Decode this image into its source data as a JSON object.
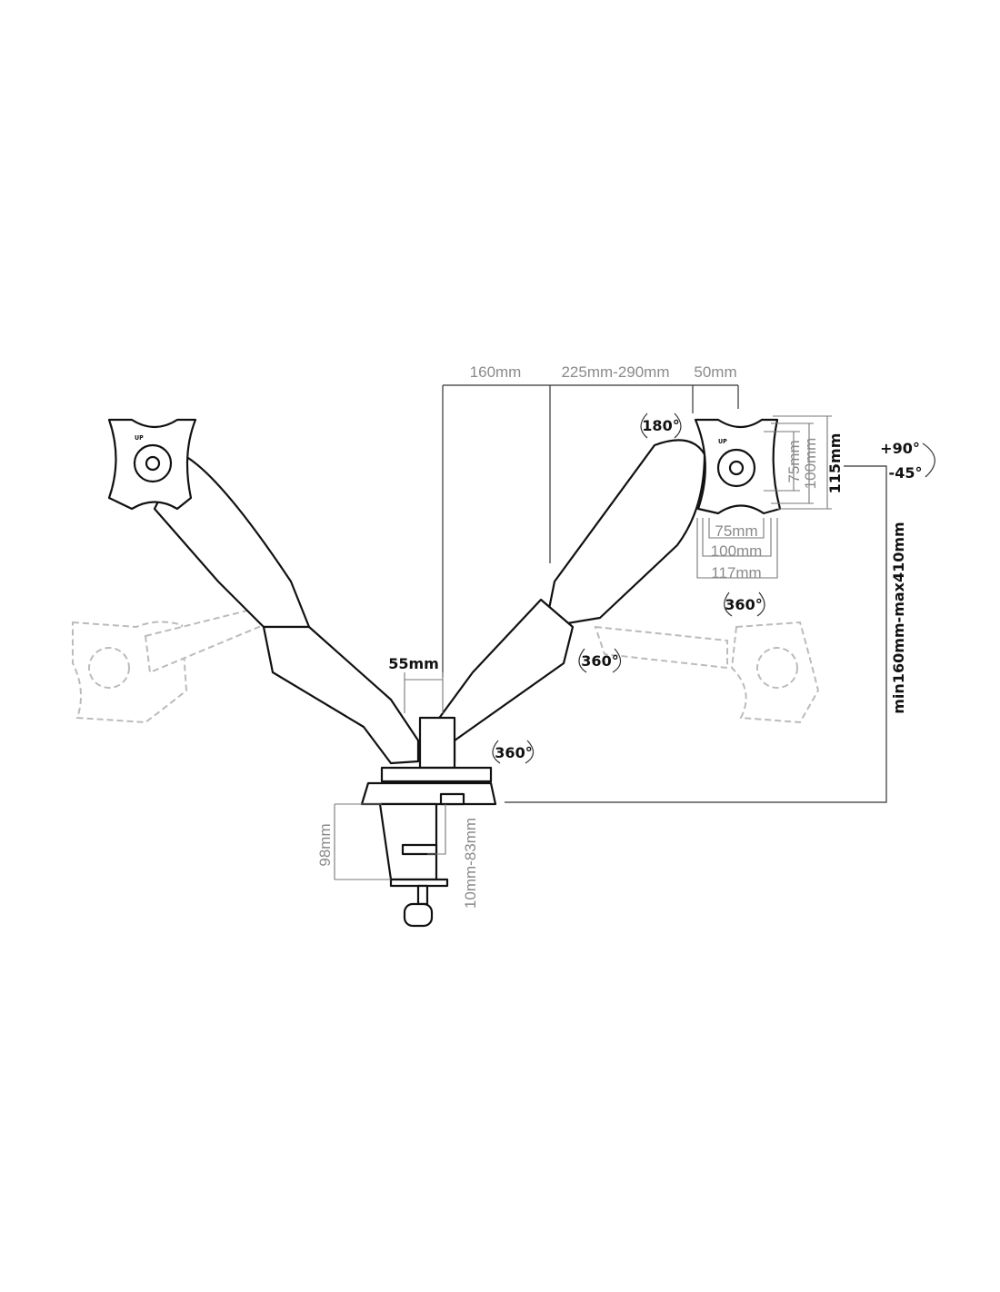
{
  "title": "Dual monitor arm dimension diagram",
  "dimensions": {
    "arm_offset": "160mm",
    "arm_reach": "225mm-290mm",
    "plate_offset": "50mm",
    "vesa_75_h": "75mm",
    "vesa_100_h": "100mm",
    "plate_height": "115mm",
    "vesa_75_w": "75mm",
    "vesa_100_w": "100mm",
    "plate_width": "117mm",
    "height_range": "min160mm-max410mm",
    "pole_width": "55mm",
    "clamp_height": "98mm",
    "desk_thickness": "10mm-83mm"
  },
  "rotations": {
    "rotate": "180°",
    "tilt_up": "+90°",
    "tilt_down": "-45°",
    "swivel_plate": "360°",
    "swivel_arm": "360°",
    "swivel_base": "360°"
  },
  "plate_label": "UP"
}
